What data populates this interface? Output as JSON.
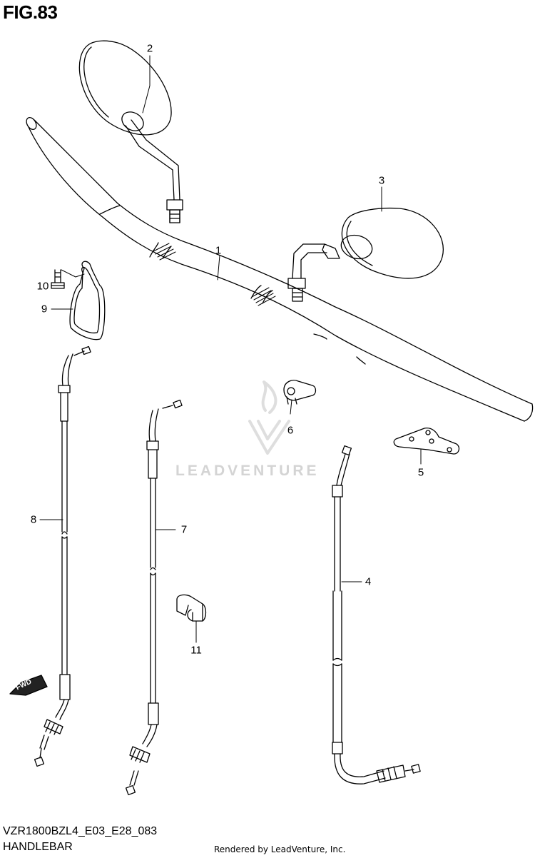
{
  "header": {
    "figure_label": "FIG.83"
  },
  "footer": {
    "model_code": "VZR1800BZL4_E03_E28_083",
    "section_name": "HANDLEBAR",
    "credit": "Rendered by LeadVenture, Inc."
  },
  "watermark": {
    "brand": "LEADVENTURE"
  },
  "fwd_indicator": {
    "label": "FWD"
  },
  "callouts": [
    {
      "id": "handlebar",
      "number": "1"
    },
    {
      "id": "mirror-left",
      "number": "2"
    },
    {
      "id": "mirror-right",
      "number": "3"
    },
    {
      "id": "cable-4",
      "number": "4"
    },
    {
      "id": "bracket-5",
      "number": "5"
    },
    {
      "id": "clamp-6",
      "number": "6"
    },
    {
      "id": "cable-7",
      "number": "7"
    },
    {
      "id": "cable-8",
      "number": "8"
    },
    {
      "id": "clip-9",
      "number": "9"
    },
    {
      "id": "bolt-10",
      "number": "10"
    },
    {
      "id": "clamp-11",
      "number": "11"
    }
  ]
}
